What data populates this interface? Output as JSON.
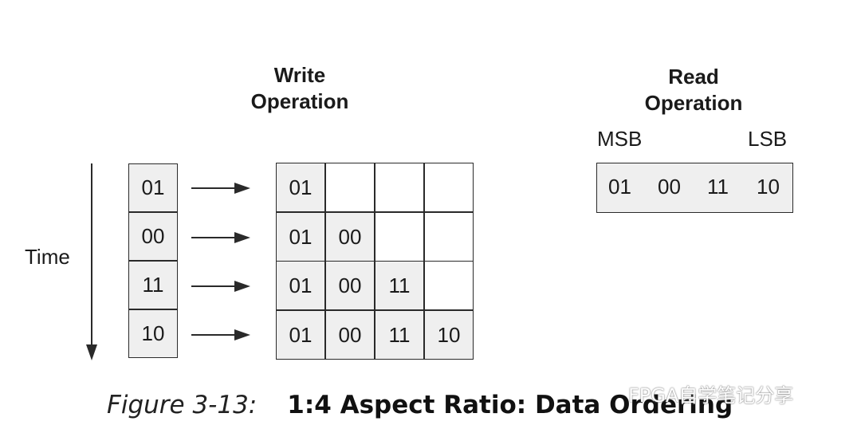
{
  "write_heading": [
    "Write",
    "Operation"
  ],
  "read_heading": [
    "Read",
    "Operation"
  ],
  "time_label": "Time",
  "input_column": [
    "01",
    "00",
    "11",
    "10"
  ],
  "write_grid": [
    [
      "01",
      "",
      "",
      ""
    ],
    [
      "01",
      "00",
      "",
      ""
    ],
    [
      "01",
      "00",
      "11",
      ""
    ],
    [
      "01",
      "00",
      "11",
      "10"
    ]
  ],
  "msb_label": "MSB",
  "lsb_label": "LSB",
  "read_values": [
    "01",
    "00",
    "11",
    "10"
  ],
  "caption": {
    "figure": "Figure 3-13:",
    "title": "1:4 Aspect Ratio: Data Ordering"
  },
  "watermark": "FPGA自学笔记分享",
  "colors": {
    "filled_cell": "#efefef",
    "border": "#2a2a2a"
  }
}
